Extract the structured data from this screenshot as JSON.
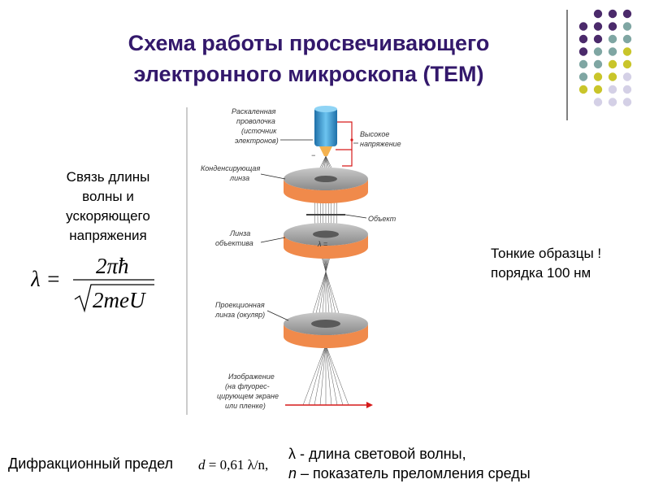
{
  "title": {
    "line1": "Схема работы просвечивающего",
    "line2": "электронного микроскопа (ТЕМ)"
  },
  "left_caption": {
    "line1": "Связь длины",
    "line2": "волны и",
    "line3": "ускоряющего",
    "line4": "напряжения"
  },
  "formula": {
    "lhs": "λ =",
    "numerator": "2πħ",
    "denominator": "2meU"
  },
  "diagram": {
    "filament": [
      "Раскаленная",
      "проволочка",
      "(источник",
      "электронов)"
    ],
    "voltage": [
      "Высокое",
      "напряжение"
    ],
    "condenser": [
      "Конденсирующая",
      "линза"
    ],
    "object": "Объект",
    "objective": [
      "Линза",
      "объектива"
    ],
    "lambda_mark": "λ =",
    "projection": [
      "Проекционная",
      "линза (окуляр)"
    ],
    "image": [
      "Изображение",
      "(на флуорес-",
      "цирующем экране",
      "или пленке)"
    ],
    "minus": "−",
    "plus": "+"
  },
  "note": {
    "line1": "Тонкие образцы !",
    "line2": "порядка 100 нм"
  },
  "diffraction": {
    "label": "Дифракционный предел",
    "formula_d": "d",
    "formula_rest": " = 0,61 λ/n,"
  },
  "legend": {
    "line1": "λ - длина световой волны,",
    "line2_n": "n",
    "line2_rest": " – показатель преломления среды"
  },
  "colors": {
    "title": "#33186b",
    "dot_purple": "#4b2a6b",
    "dot_teal": "#7fa6a3",
    "dot_yellow": "#c9c52a",
    "dot_lavender": "#d4d0e6",
    "lens_orange": "#f08a4b",
    "lens_gray": "#9e9e9e",
    "filament_blue": "#3aa0d8",
    "arrow_red": "#d61a1a"
  }
}
